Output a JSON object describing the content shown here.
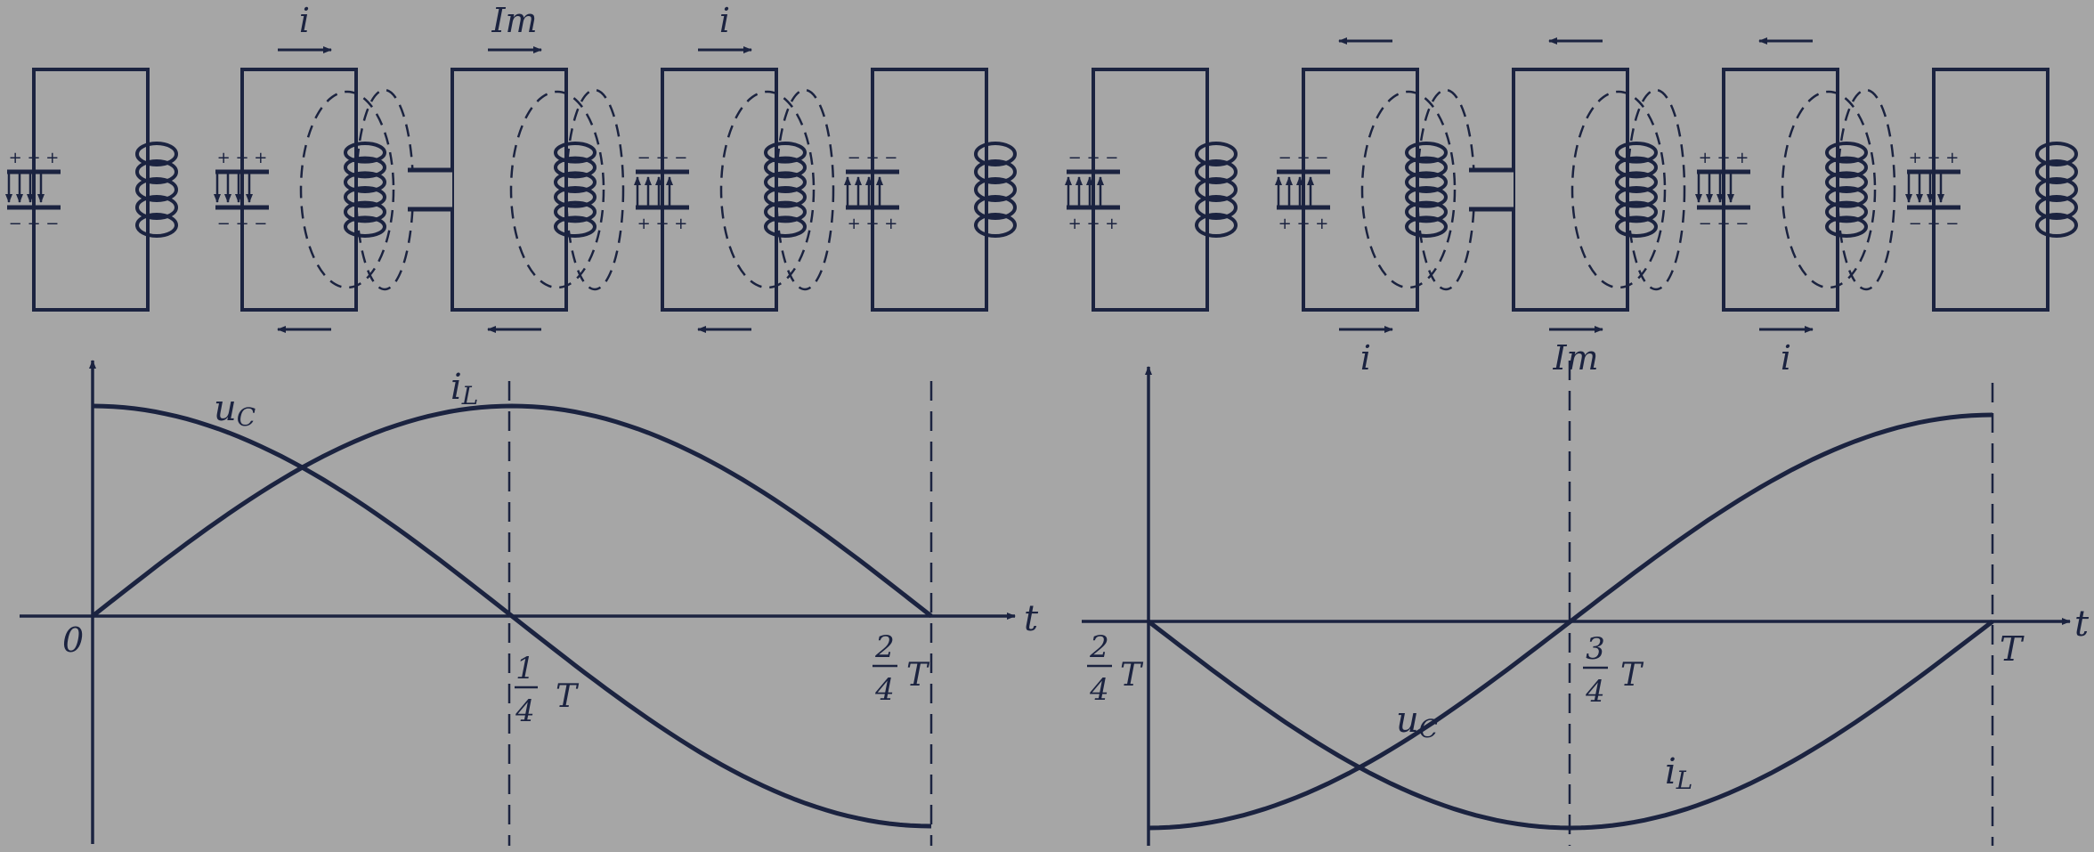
{
  "circuits_row1": [
    {
      "id": "c1",
      "plates": "charged_down",
      "field": false,
      "arrow_top": "",
      "arrow_bottom": false
    },
    {
      "id": "c2",
      "plates": "charged_down",
      "field": true,
      "arrow_top": "i",
      "arrow_bottom": true
    },
    {
      "id": "c3",
      "plates": "open",
      "field": true,
      "arrow_top": "Im",
      "arrow_bottom": true
    },
    {
      "id": "c4",
      "plates": "charged_up",
      "field": true,
      "arrow_top": "i",
      "arrow_bottom": true
    },
    {
      "id": "c5",
      "plates": "charged_up",
      "field": false,
      "arrow_top": "",
      "arrow_bottom": false
    }
  ],
  "circuits_row2": [
    {
      "id": "c6",
      "plates": "charged_up",
      "field": false,
      "arrow_bottom": "",
      "arrow_top": false
    },
    {
      "id": "c7",
      "plates": "charged_up",
      "field": true,
      "arrow_bottom": "i",
      "arrow_top": true
    },
    {
      "id": "c8",
      "plates": "open",
      "field": true,
      "arrow_bottom": "Im",
      "arrow_top": true
    },
    {
      "id": "c9",
      "plates": "charged_down",
      "field": true,
      "arrow_bottom": "i",
      "arrow_top": true
    },
    {
      "id": "c10",
      "plates": "charged_down",
      "field": false,
      "arrow_bottom": "",
      "arrow_top": false
    }
  ],
  "graph_left": {
    "axis_label": "t",
    "origin_label": "0",
    "tick_quarter": {
      "num": "1",
      "den": "4",
      "unit": "T"
    },
    "tick_half": {
      "num": "2",
      "den": "4",
      "unit": "T"
    },
    "curve_uc": "uC",
    "curve_il": "iL"
  },
  "graph_right": {
    "axis_label": "t",
    "tick_half": {
      "num": "2",
      "den": "4",
      "unit": "T"
    },
    "tick_three_quarter": {
      "num": "3",
      "den": "4",
      "unit": "T"
    },
    "tick_full": "T",
    "curve_uc": "uC",
    "curve_il": "iL"
  },
  "chart_data": [
    {
      "type": "line",
      "x_unit": "T",
      "x": [
        0,
        0.0625,
        0.125,
        0.1875,
        0.25,
        0.3125,
        0.375,
        0.4375,
        0.5
      ],
      "series": [
        {
          "name": "uC",
          "values": [
            1,
            0.924,
            0.707,
            0.383,
            0,
            -0.383,
            -0.707,
            -0.924,
            -1
          ]
        },
        {
          "name": "iL",
          "values": [
            0,
            0.383,
            0.707,
            0.924,
            1,
            0.924,
            0.707,
            0.383,
            0
          ]
        }
      ],
      "xlabel": "t"
    },
    {
      "type": "line",
      "x_unit": "T",
      "x": [
        0.5,
        0.5625,
        0.625,
        0.6875,
        0.75,
        0.8125,
        0.875,
        0.9375,
        1
      ],
      "series": [
        {
          "name": "uC",
          "values": [
            -1,
            -0.924,
            -0.707,
            -0.383,
            0,
            0.383,
            0.707,
            0.924,
            1
          ]
        },
        {
          "name": "iL",
          "values": [
            0,
            -0.383,
            -0.707,
            -0.924,
            -1,
            -0.924,
            -0.707,
            -0.383,
            0
          ]
        }
      ],
      "xlabel": "t"
    }
  ]
}
